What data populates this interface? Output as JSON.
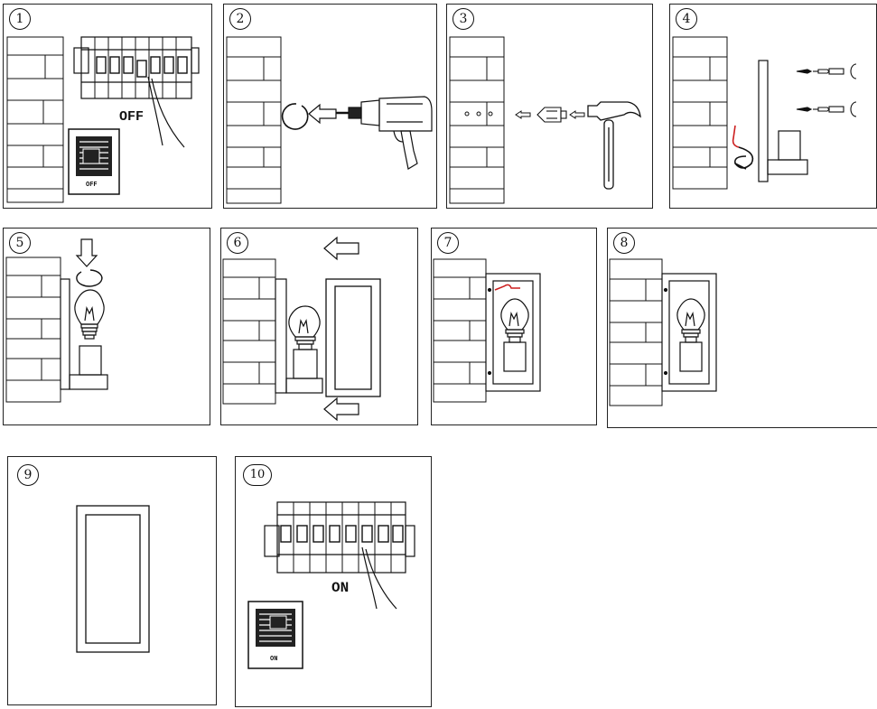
{
  "steps": [
    {
      "number": "1",
      "switch_label": "OFF",
      "mini_label": "OFF"
    },
    {
      "number": "2"
    },
    {
      "number": "3"
    },
    {
      "number": "4"
    },
    {
      "number": "5"
    },
    {
      "number": "6"
    },
    {
      "number": "7"
    },
    {
      "number": "8"
    },
    {
      "number": "9"
    },
    {
      "number": "10",
      "switch_label": "ON",
      "mini_label": "ON"
    }
  ],
  "colors": {
    "line": "#111111",
    "wire_red": "#cc1f1f",
    "switch_fill": "#222222"
  },
  "icons": [
    "brick-wall-icon",
    "breaker-panel-icon",
    "wall-switch-icon",
    "power-drill-icon",
    "hammer-icon",
    "wall-plug-icon",
    "screw-icon",
    "hook-icon",
    "light-bulb-icon",
    "lamp-housing-icon",
    "arrow-left-icon",
    "arrow-down-icon",
    "ring-clip-icon"
  ]
}
